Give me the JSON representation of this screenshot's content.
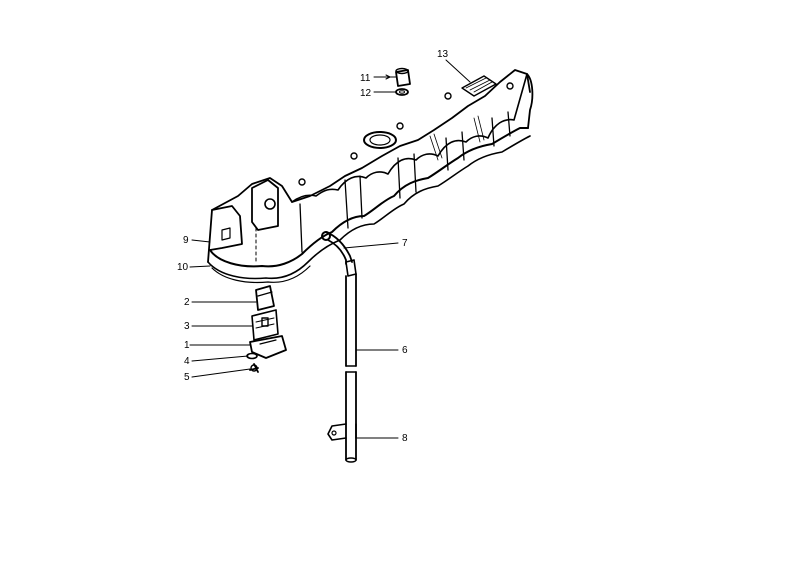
{
  "diagram": {
    "callouts": [
      {
        "id": "13",
        "label": "13"
      },
      {
        "id": "11",
        "label": "11"
      },
      {
        "id": "12",
        "label": "12"
      },
      {
        "id": "9",
        "label": "9"
      },
      {
        "id": "10",
        "label": "10"
      },
      {
        "id": "7",
        "label": "7"
      },
      {
        "id": "2",
        "label": "2"
      },
      {
        "id": "3",
        "label": "3"
      },
      {
        "id": "1",
        "label": "1"
      },
      {
        "id": "4",
        "label": "4"
      },
      {
        "id": "5",
        "label": "5"
      },
      {
        "id": "6",
        "label": "6"
      },
      {
        "id": "8",
        "label": "8"
      }
    ]
  }
}
